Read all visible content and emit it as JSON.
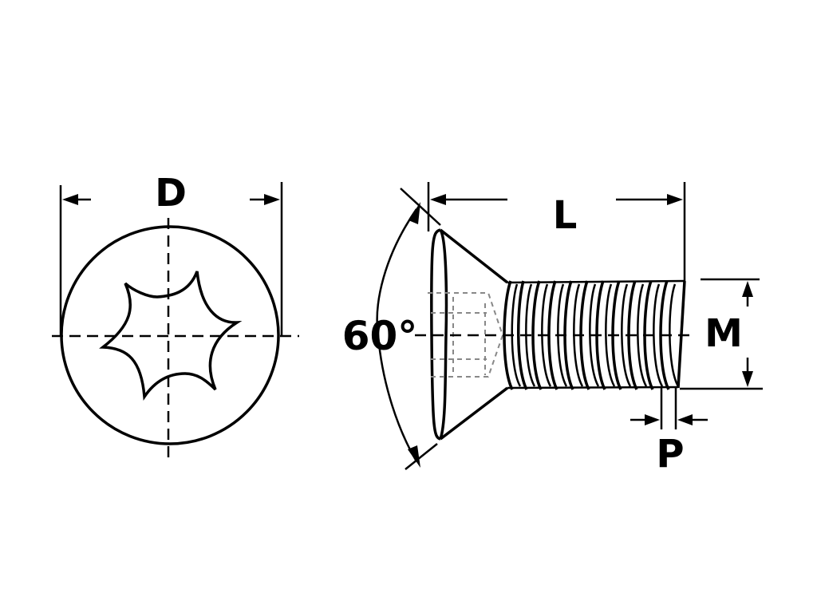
{
  "labels": {
    "diameter": "D",
    "length": "L",
    "angle": "60°",
    "thread_size": "M",
    "pitch": "P"
  },
  "colors": {
    "line": "#000000",
    "hidden_line": "#888888",
    "background": "#ffffff"
  }
}
